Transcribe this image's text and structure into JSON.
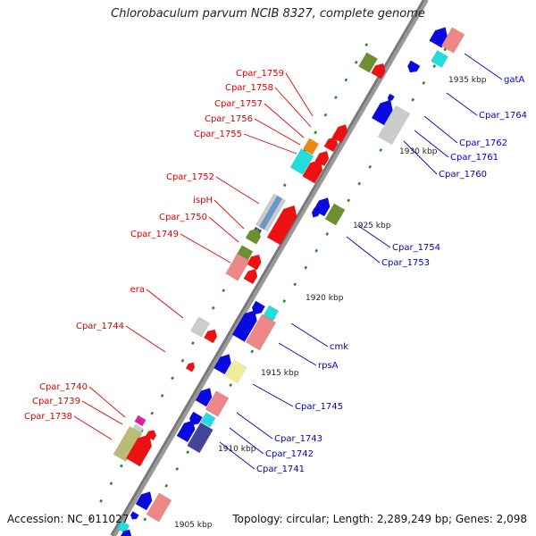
{
  "title": "Chlorobaculum parvum NCIB 8327, complete genome",
  "accession": "Accession: NC_011027",
  "summary": "Topology: circular; Length: 2,289,249 bp; Genes: 2,098",
  "scale_labels": [
    "1905 kbp",
    "1910 kbp",
    "1915 kbp",
    "1920 kbp",
    "1925 kbp",
    "1930 kbp",
    "1935 kbp"
  ],
  "left_labels": [
    "Cpar_1759",
    "Cpar_1758",
    "Cpar_1757",
    "Cpar_1756",
    "Cpar_1755",
    "Cpar_1752",
    "ispH",
    "Cpar_1750",
    "Cpar_1749",
    "era",
    "Cpar_1744",
    "Cpar_1740",
    "Cpar_1739",
    "Cpar_1738"
  ],
  "right_labels": [
    "gatA",
    "Cpar_1764",
    "Cpar_1762",
    "Cpar_1761",
    "Cpar_1760",
    "Cpar_1754",
    "Cpar_1753",
    "cmk",
    "rpsA",
    "Cpar_1745",
    "Cpar_1743",
    "Cpar_1742",
    "Cpar_1741"
  ],
  "colors": {
    "left_label": "#dd0000",
    "right_label": "#0000cc",
    "backbone": "#999999",
    "tick_dots": "#228822",
    "blue_gene": "#0a0ae0",
    "red_gene": "#ee1111",
    "pink_gene": "#ee8888",
    "olive_gene": "#6e8f2e",
    "cyan_gene": "#22dddd",
    "grey_gene": "#cccccc",
    "yellow_gene": "#eeee99",
    "khaki_gene": "#bbbb77",
    "navy_gene": "#444499",
    "orange_gene": "#ee8811",
    "magenta_gene": "#dd2299",
    "steel_gene": "#6699cc"
  }
}
